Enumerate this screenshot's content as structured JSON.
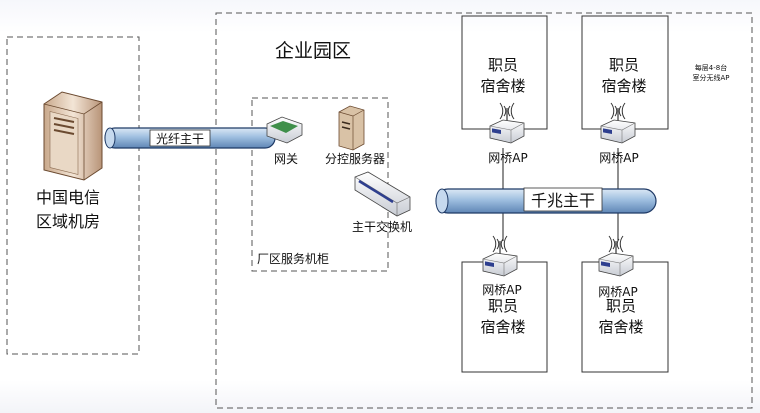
{
  "diagram": {
    "datacenter": {
      "line1": "中国电信",
      "line2": "区域机房"
    },
    "park": {
      "title": "企业园区"
    },
    "cabinet": {
      "label": "厂区服务机柜"
    },
    "fiber": {
      "label": "光纤主干"
    },
    "gigabit": {
      "label": "千兆主干"
    },
    "gateway": {
      "label": "网关"
    },
    "server": {
      "label": "分控服务器"
    },
    "switch": {
      "label": "主干交换机"
    },
    "note": {
      "line1": "每层4-8台",
      "line2": "室分无线AP"
    },
    "buildings": [
      {
        "line1": "职员",
        "line2": "宿舍楼",
        "ap": "网桥AP"
      },
      {
        "line1": "职员",
        "line2": "宿舍楼",
        "ap": "网桥AP"
      },
      {
        "line1": "职员",
        "line2": "宿舍楼",
        "ap": "网桥AP"
      },
      {
        "line1": "职员",
        "line2": "宿舍楼",
        "ap": "网桥AP"
      }
    ],
    "colors": {
      "pipe": "#9fbfe0",
      "pipe_edge": "#1f3a66",
      "dash": "#555555",
      "box": "#333333"
    }
  }
}
